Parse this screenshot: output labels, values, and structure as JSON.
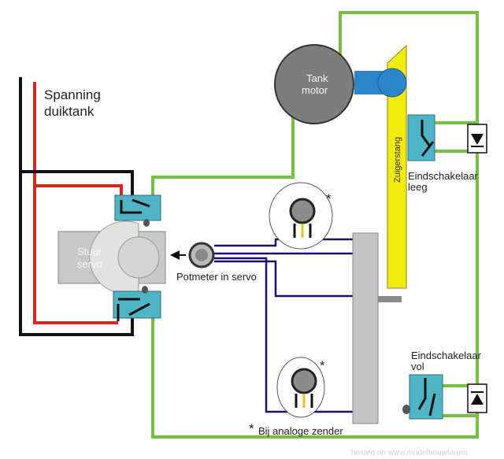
{
  "labels": {
    "supply_line1": "Spanning",
    "supply_line2": "duiktank",
    "motor_line1": "Tank",
    "motor_line2": "motor",
    "servo_line1": "Stuur",
    "servo_line2": "servo",
    "potmeter": "Potmeter in servo",
    "pot_marker_top": "*",
    "pot_marker_bottom": "*",
    "footnote_marker": "*",
    "footnote_text": "Bij analoge zender",
    "piston_rod": "Zuigerstang",
    "switch_empty_line1": "Eindschakelaar",
    "switch_empty_line2": "leeg",
    "switch_full_line1": "Eindschakelaar",
    "switch_full_line2": "vol",
    "watermark": "hosted on www.modelbouwforum"
  },
  "colors": {
    "green_wire": "#77c043",
    "red_wire": "#d22a1e",
    "black_wire": "#111111",
    "signal_wire": "#1d0f6b",
    "switch_body": "#4fb4c6",
    "piston_yellow": "#f3ea0f",
    "shaft_blue": "#2a86c8",
    "motor_gray": "#7d7d7d",
    "servo_gray": "#c9c9c9",
    "slider_gray": "#c3c3c3"
  }
}
